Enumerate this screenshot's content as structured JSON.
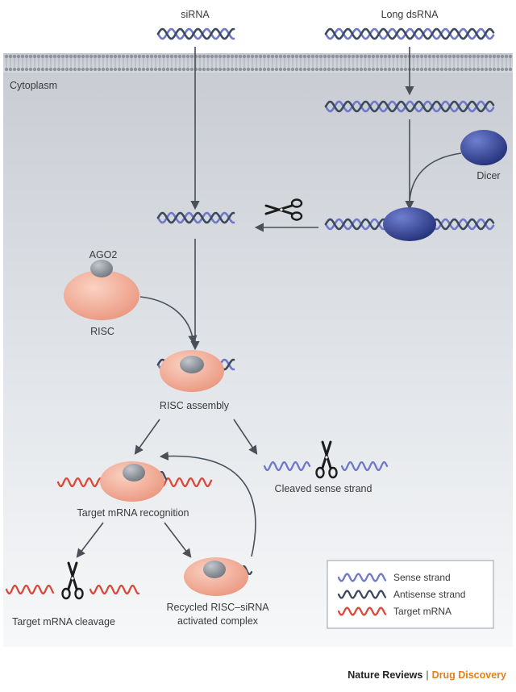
{
  "labels": {
    "sirna": "siRNA",
    "long_dsrna": "Long dsRNA",
    "cytoplasm": "Cytoplasm",
    "dicer": "Dicer",
    "ago2": "AGO2",
    "risc": "RISC",
    "risc_assembly": "RISC assembly",
    "cleaved_sense": "Cleaved sense strand",
    "target_recognition": "Target mRNA recognition",
    "target_cleavage": "Target mRNA cleavage",
    "recycled_line1": "Recycled RISC–siRNA",
    "recycled_line2": "activated complex"
  },
  "legend": {
    "items": [
      {
        "label": "Sense strand",
        "color": "#6f78c8"
      },
      {
        "label": "Antisense strand",
        "color": "#3c4a5e"
      },
      {
        "label": "Target mRNA",
        "color": "#d9493a"
      }
    ]
  },
  "credit": {
    "journal": "Nature Reviews",
    "separator": "|",
    "section": "Drug Discovery"
  },
  "colors": {
    "sense": "#6f78c8",
    "antisense": "#3c4a5e",
    "target": "#d9493a",
    "risc": "#f0a48e",
    "ago2": "#8a9098",
    "dicer": "#2e3f8e",
    "arrow": "#4a4f58"
  }
}
